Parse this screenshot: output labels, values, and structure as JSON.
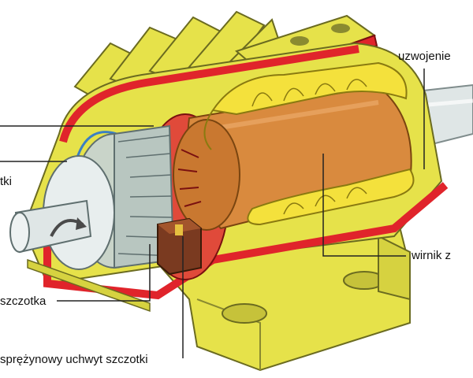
{
  "labels": {
    "winding": "uzwojenie",
    "rotor": "wirnik z",
    "left_top": "tki",
    "brush": "szczotka",
    "brush_holder": "sprężynowy uchwyt szczotki"
  },
  "colors": {
    "housing_red": "#e0242b",
    "housing_yellow": "#e6e24a",
    "winding_yellow": "#f4e13c",
    "rotor_core": "#d98a3e",
    "commutator": "#c9d4c9",
    "shaft": "#dfe6e6",
    "brush_brown": "#7a3a20"
  }
}
